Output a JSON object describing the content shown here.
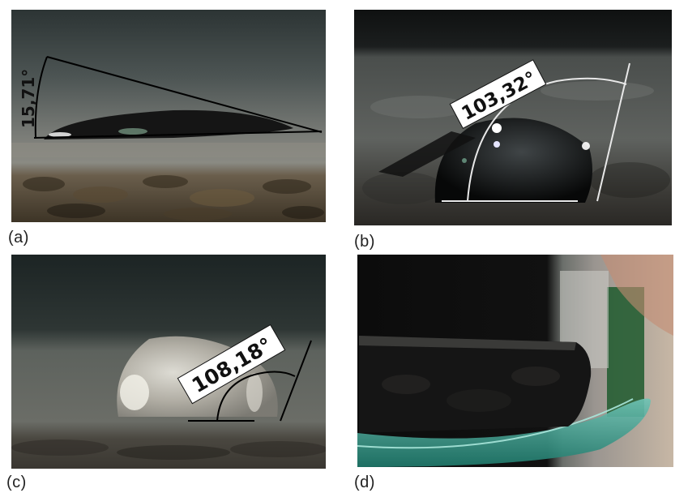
{
  "panels": [
    {
      "label": "(a)",
      "angle_text": "15,71°",
      "contact_angle_deg": 15.71
    },
    {
      "label": "(b)",
      "angle_text": "103,32°",
      "contact_angle_deg": 103.32
    },
    {
      "label": "(c)",
      "angle_text": "108,18°",
      "contact_angle_deg": 108.18
    },
    {
      "label": "(d)"
    }
  ]
}
